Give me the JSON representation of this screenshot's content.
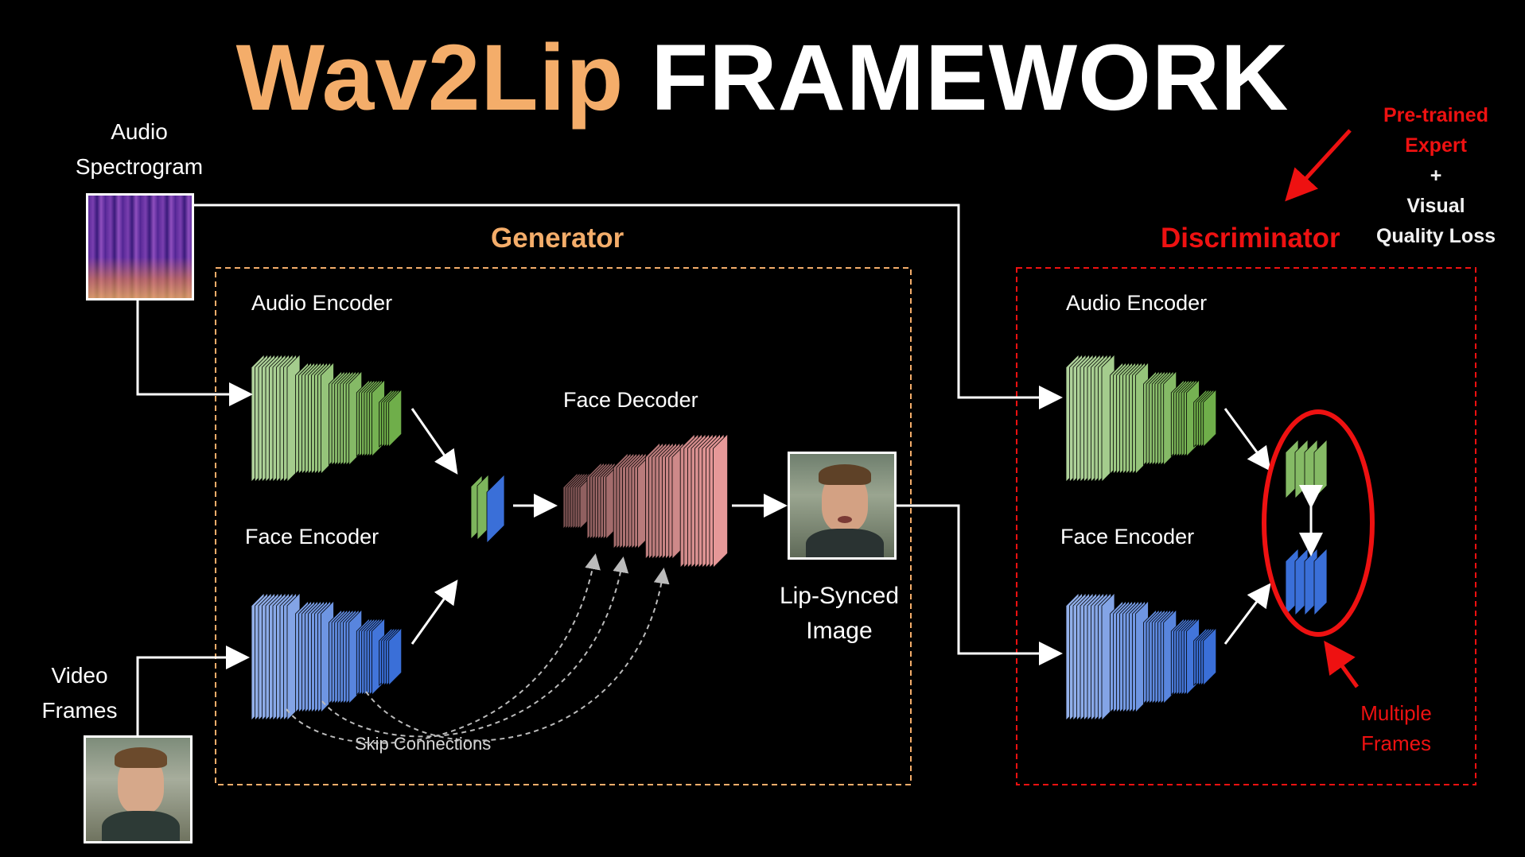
{
  "title": {
    "part1": "Wav2Lip",
    "part2": "FRAMEWORK"
  },
  "inputs": {
    "audio_label": [
      "Audio",
      "Spectrogram"
    ],
    "video_label": [
      "Video",
      "Frames"
    ]
  },
  "generator": {
    "title": "Generator",
    "audio_encoder": "Audio Encoder",
    "face_encoder": "Face Encoder",
    "face_decoder": "Face Decoder",
    "skip_connections": "Skip Connections"
  },
  "output": {
    "label": [
      "Lip-Synced",
      "Image"
    ]
  },
  "discriminator": {
    "title": "Discriminator",
    "audio_encoder": "Audio Encoder",
    "face_encoder": "Face Encoder",
    "note_top": [
      "Pre-trained",
      "Expert",
      "+",
      "Visual",
      "Quality Loss"
    ],
    "note_bottom": [
      "Multiple",
      "Frames"
    ]
  },
  "colors": {
    "accent_orange": "#f4ad6a",
    "discriminator_red": "#ee1111",
    "audio_green": "#6fae4a",
    "face_blue": "#3a6fd8",
    "decoder_pink": "#e89a9a"
  }
}
